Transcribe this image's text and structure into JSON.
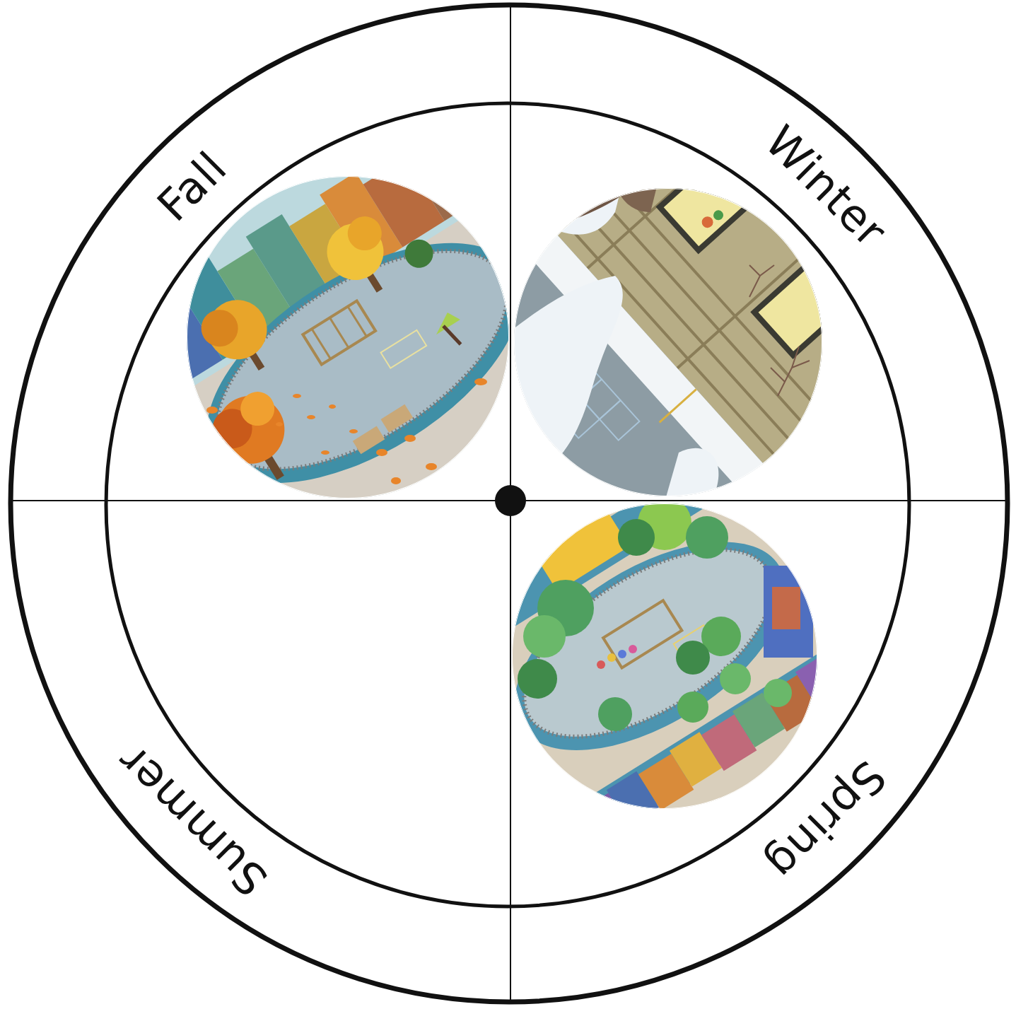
{
  "diagram": {
    "labels": [
      "Fall",
      "Winter",
      "Spring",
      "Summer"
    ]
  }
}
